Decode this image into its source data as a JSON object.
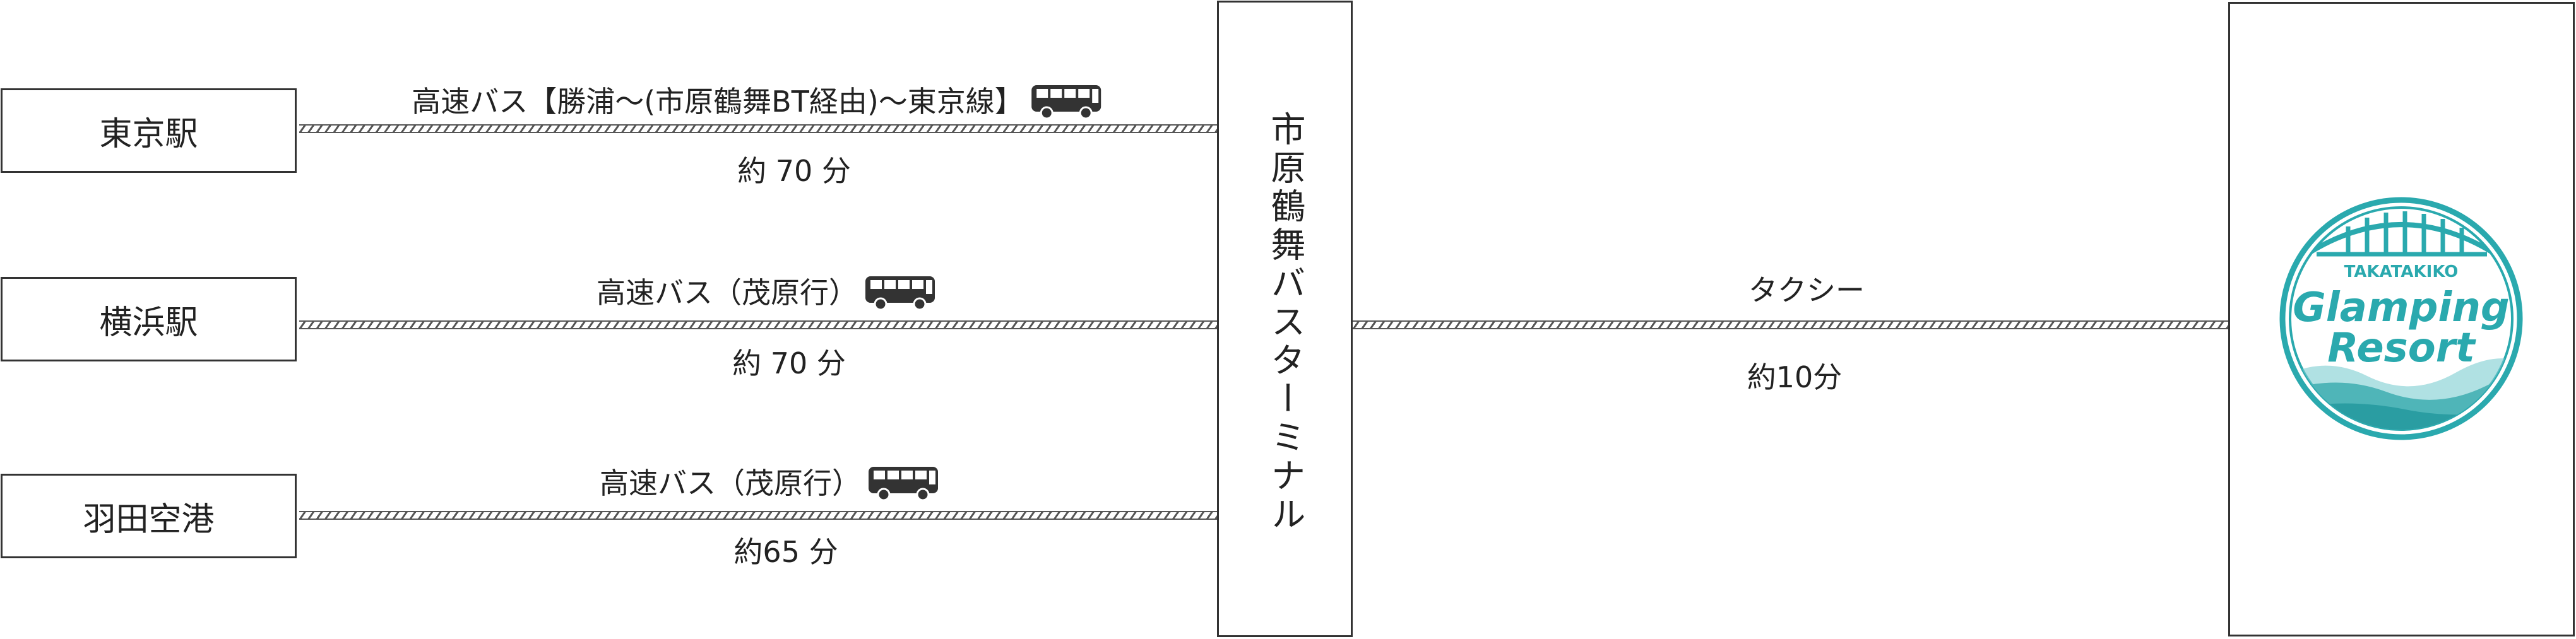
{
  "origins": [
    {
      "name": "東京駅",
      "route": "高速バス【勝浦〜(市原鶴舞BT経由)〜東京線】",
      "time": "約 70 分"
    },
    {
      "name": "横浜駅",
      "route": "高速バス（茂原行）",
      "time": "約 70 分"
    },
    {
      "name": "羽田空港",
      "route": "高速バス（茂原行）",
      "time": "約65 分"
    }
  ],
  "terminal": {
    "name": "市原鶴舞バスターミナル"
  },
  "transfer": {
    "mode": "タクシー",
    "time": "約10分"
  },
  "destination": {
    "logo": {
      "top_text": "TAKATAKIKO",
      "line1": "Glamping",
      "line2": "Resort"
    }
  },
  "icons": {
    "vehicle": "bus-icon"
  },
  "colors": {
    "logo_teal": "#2aa9ae",
    "line": "#555555",
    "border": "#333333",
    "bus": "#333333"
  }
}
